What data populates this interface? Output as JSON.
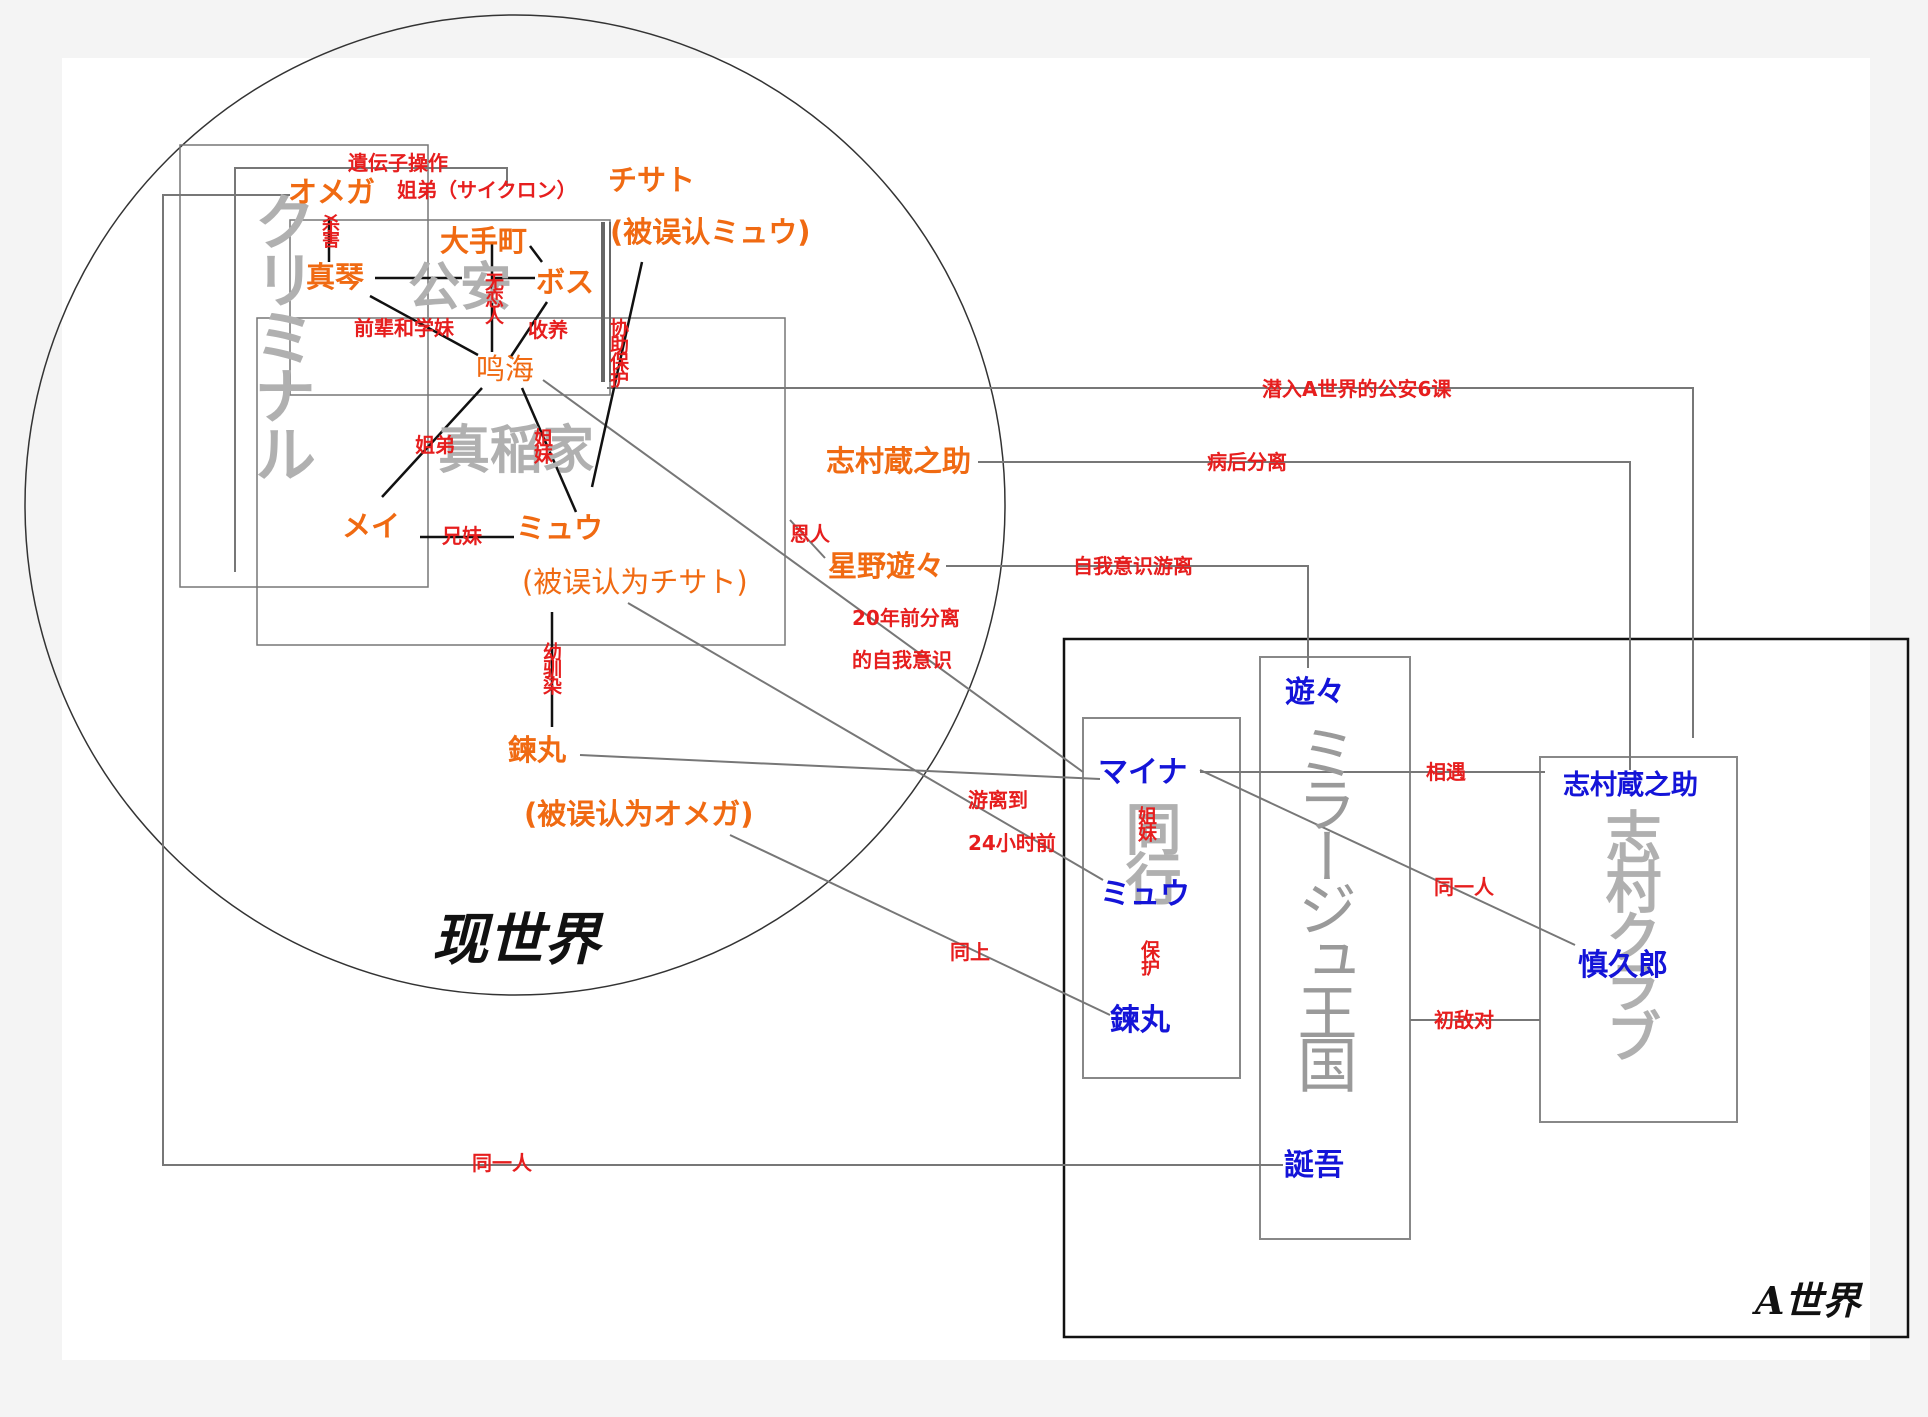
{
  "regions": {
    "real_world": "现世界",
    "a_world": "A世界",
    "criminal": "クリミナル",
    "public_security": "公安",
    "makine_family": "真稲家",
    "companions": "同行",
    "mirage_kingdom": "ミラージュ王国",
    "shimura_club": "志村クラブ"
  },
  "characters": {
    "omega": "オメガ",
    "chisato": "チサト",
    "chisato_note": "(被误认ミュウ)",
    "otemachi": "大手町",
    "makoto": "真琴",
    "boss": "ボス",
    "narumi": "鸣海",
    "mei": "メイ",
    "myuu": "ミュウ",
    "myuu_note": "(被误认为チサト)",
    "renmaru": "鍊丸",
    "renmaru_note": "(被误认为オメガ)",
    "shimura_kuranosuke": "志村蔵之助",
    "hoshino_yuyu": "星野遊々",
    "a_yuyu": "遊々",
    "a_maina": "マイナ",
    "a_myuu": "ミュウ",
    "a_renmaru": "鍊丸",
    "a_shimura": "志村蔵之助",
    "a_shinkurou": "慎久郎",
    "a_taigo": "誕吾"
  },
  "relations": {
    "gene_manipulation": "遺伝子操作",
    "siblings_cyclone": "姐弟（サイクロン）",
    "murder": "杀害",
    "no_kinship": "无恋人",
    "senior_junior": "前辈和学妹",
    "adoption": "收养",
    "assist_protect": "协助保护",
    "sister_brother": "姐弟",
    "sisters": "姐妹",
    "brother_sister": "兄妹",
    "childhood_friend": "幼驯染",
    "benefactor": "恩人",
    "infiltrate": "潜入A世界的公安6课",
    "illness_separation": "病后分离",
    "self_separation": "自我意识游离",
    "separated_20y": "20年前分离",
    "self_consciousness": "的自我意识",
    "drift_to": "游离到",
    "before_24h": "24小时前",
    "same_as_above": "同上",
    "same_person_1": "同一人",
    "same_person_2": "同一人",
    "encounter": "相遇",
    "a_sisters": "姐妹",
    "protect": "保护",
    "first_enemy": "初敌对"
  }
}
